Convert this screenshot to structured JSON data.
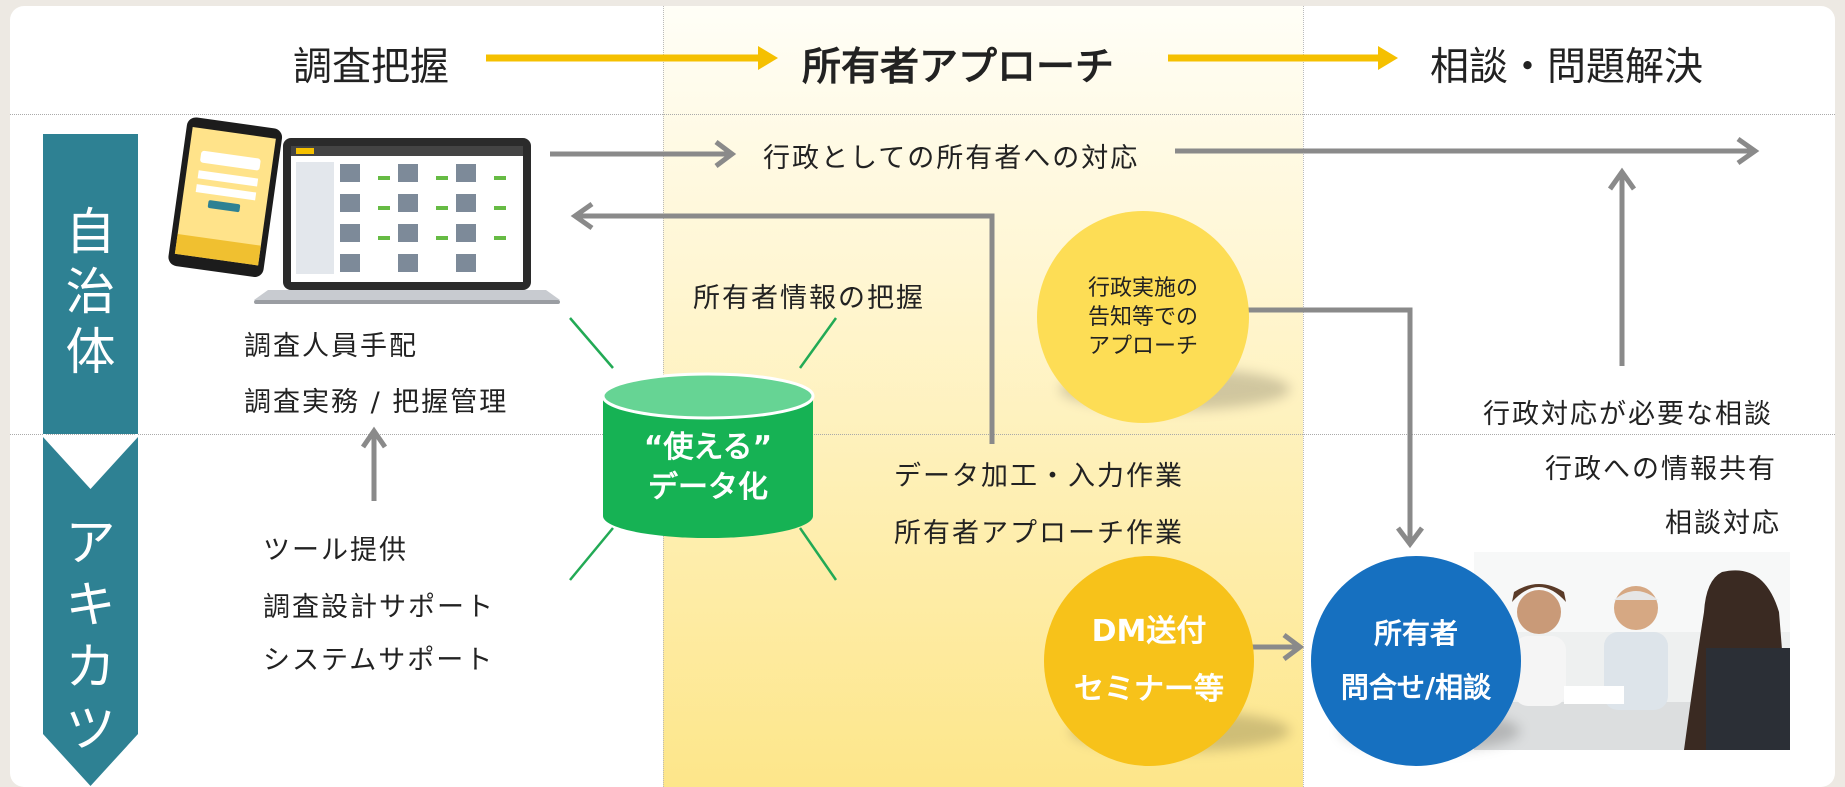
{
  "header": {
    "step1": "調査把握",
    "step2": "所有者アプローチ",
    "step3": "相談・問題解決"
  },
  "rows": {
    "top_label": "自治体",
    "bottom_label": "アキカツ"
  },
  "municipality": {
    "arrow_label": "行政としての所有者への対応",
    "items": [
      "調査人員手配",
      "調査実務 / 把握管理"
    ],
    "owner_info": "所有者情報の把握",
    "gov_circle": [
      "行政実施の",
      "告知等での",
      "アプローチ"
    ],
    "right_items": [
      "行政対応が必要な相談",
      "行政への情報共有",
      "相談対応"
    ]
  },
  "akikatsu": {
    "support_items": [
      "ツール提供",
      "調査設計サポート",
      "システムサポート"
    ],
    "database": [
      "“使える”",
      "データ化"
    ],
    "work_items": [
      "データ加工・入力作業",
      "所有者アプローチ作業"
    ],
    "dm_circle": [
      "DM送付",
      "セミナー等"
    ],
    "owner_circle": [
      "所有者",
      "問合せ/相談"
    ]
  },
  "colors": {
    "teal": "#2e8193",
    "gold_arrow": "#f5c000",
    "gray_arrow": "#8a8a8a",
    "yellow_circle": "#fddd55",
    "dm_circle": "#f7c21a",
    "blue_circle": "#1670c0",
    "database_green": "#16b254",
    "ray_green": "#22aa55"
  },
  "icons": {
    "devices": "tablet-laptop-app-screenshot-icon",
    "photo": "consultation-meeting-photo"
  }
}
